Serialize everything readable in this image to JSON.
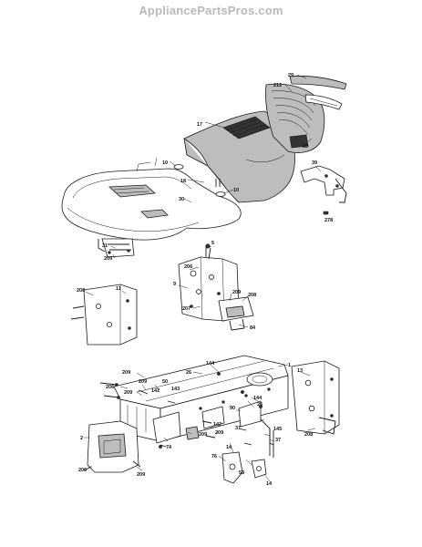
{
  "watermark": "AppliancePartsPros.com",
  "callouts": [
    {
      "id": "c1",
      "label": "29"
    },
    {
      "id": "c2",
      "label": "212"
    },
    {
      "id": "c3",
      "label": "28"
    },
    {
      "id": "c4",
      "label": "17"
    },
    {
      "id": "c5",
      "label": "10"
    },
    {
      "id": "c6",
      "label": "18"
    },
    {
      "id": "c7",
      "label": "10"
    },
    {
      "id": "c8",
      "label": "30"
    },
    {
      "id": "c9",
      "label": "39"
    },
    {
      "id": "c10",
      "label": "278"
    },
    {
      "id": "c11",
      "label": "31"
    },
    {
      "id": "c12",
      "label": "209"
    },
    {
      "id": "c13",
      "label": "5"
    },
    {
      "id": "c14",
      "label": "206"
    },
    {
      "id": "c15",
      "label": "9"
    },
    {
      "id": "c16",
      "label": "208"
    },
    {
      "id": "c17",
      "label": "11"
    },
    {
      "id": "c18",
      "label": "207"
    },
    {
      "id": "c19",
      "label": "209"
    },
    {
      "id": "c20",
      "label": "208"
    },
    {
      "id": "c21",
      "label": "84"
    },
    {
      "id": "c22",
      "label": "1"
    },
    {
      "id": "c23",
      "label": "144"
    },
    {
      "id": "c24",
      "label": "26"
    },
    {
      "id": "c25",
      "label": "209"
    },
    {
      "id": "c26",
      "label": "206"
    },
    {
      "id": "c27",
      "label": "209"
    },
    {
      "id": "c28",
      "label": "142"
    },
    {
      "id": "c29",
      "label": "50"
    },
    {
      "id": "c30",
      "label": "209"
    },
    {
      "id": "c31",
      "label": "143"
    },
    {
      "id": "c32",
      "label": "13"
    },
    {
      "id": "c33",
      "label": "144"
    },
    {
      "id": "c34",
      "label": "26"
    },
    {
      "id": "c35",
      "label": "90"
    },
    {
      "id": "c36",
      "label": "142"
    },
    {
      "id": "c37",
      "label": "209"
    },
    {
      "id": "c38",
      "label": "209"
    },
    {
      "id": "c39",
      "label": "37"
    },
    {
      "id": "c40",
      "label": "145"
    },
    {
      "id": "c41",
      "label": "37"
    },
    {
      "id": "c42",
      "label": "2"
    },
    {
      "id": "c43",
      "label": "74"
    },
    {
      "id": "c44",
      "label": "208"
    },
    {
      "id": "c45",
      "label": "206"
    },
    {
      "id": "c46",
      "label": "209"
    },
    {
      "id": "c47",
      "label": "14"
    },
    {
      "id": "c48",
      "label": "76"
    },
    {
      "id": "c49",
      "label": "58"
    },
    {
      "id": "c50",
      "label": "14"
    }
  ]
}
